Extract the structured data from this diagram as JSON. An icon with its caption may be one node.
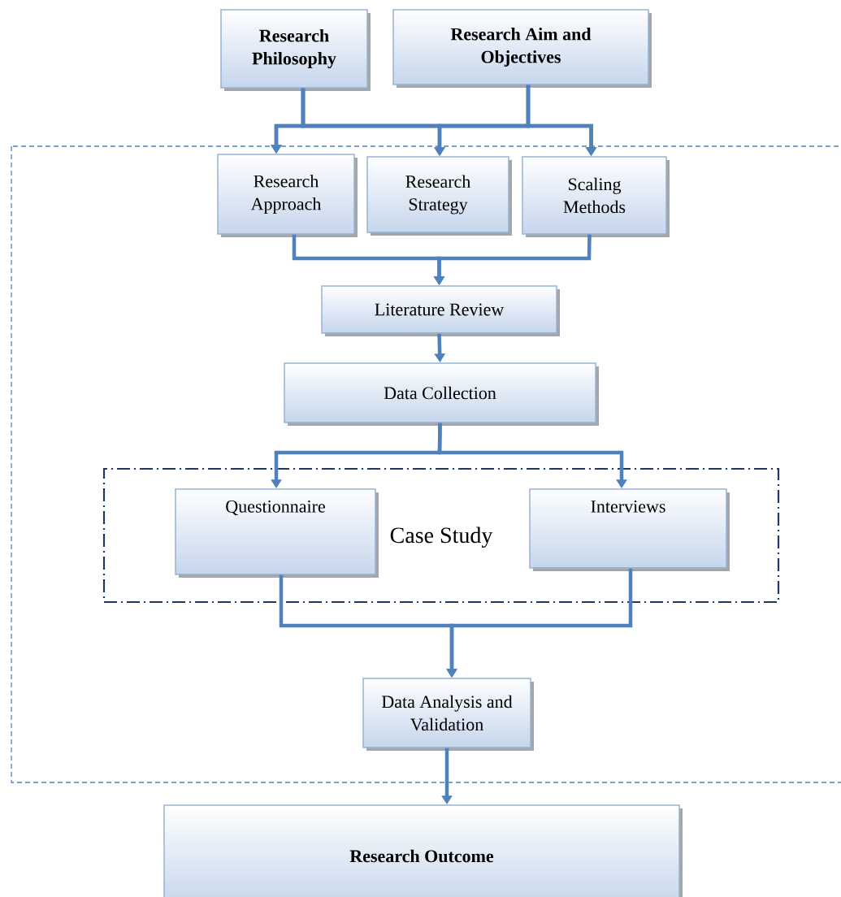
{
  "diagram": {
    "nodes": [
      {
        "text": [
          "Research Philosophy"
        ]
      },
      {
        "text": [
          "Research Aim and Objectives"
        ]
      },
      {
        "text": [
          "Research Approach"
        ]
      },
      {
        "text": [
          "Research Strategy"
        ]
      },
      {
        "text": [
          "Scaling Methods"
        ]
      },
      {
        "text": [
          "Literature Review"
        ]
      },
      {
        "text": [
          "Data Collection"
        ]
      },
      {
        "text": [
          "Case Study"
        ]
      },
      {
        "text": [
          "Questionnaire"
        ],
        "in": 7
      },
      {
        "text": [
          "Interviews"
        ],
        "in": 7
      },
      {
        "text": [
          "Data Analysis and Validation"
        ]
      },
      {
        "text": [
          "Research Outcome"
        ]
      }
    ],
    "edges": [
      {
        "from": 0,
        "to": 2,
        "arrow": "to"
      },
      {
        "from": 0,
        "to": 3,
        "arrow": "to"
      },
      {
        "from": 0,
        "to": 4,
        "arrow": "to"
      },
      {
        "from": 1,
        "to": 2,
        "arrow": "to"
      },
      {
        "from": 1,
        "to": 3,
        "arrow": "to"
      },
      {
        "from": 1,
        "to": 4,
        "arrow": "to"
      },
      {
        "from": 2,
        "to": 5,
        "arrow": "to"
      },
      {
        "from": 4,
        "to": 5,
        "arrow": "to"
      },
      {
        "from": 5,
        "to": 6,
        "arrow": "to"
      },
      {
        "from": 6,
        "to": 8,
        "arrow": "to"
      },
      {
        "from": 6,
        "to": 9,
        "arrow": "to"
      },
      {
        "from": 8,
        "to": 10,
        "arrow": "to"
      },
      {
        "from": 9,
        "to": 10,
        "arrow": "to"
      },
      {
        "from": 10,
        "to": 11,
        "arrow": "to"
      }
    ]
  }
}
